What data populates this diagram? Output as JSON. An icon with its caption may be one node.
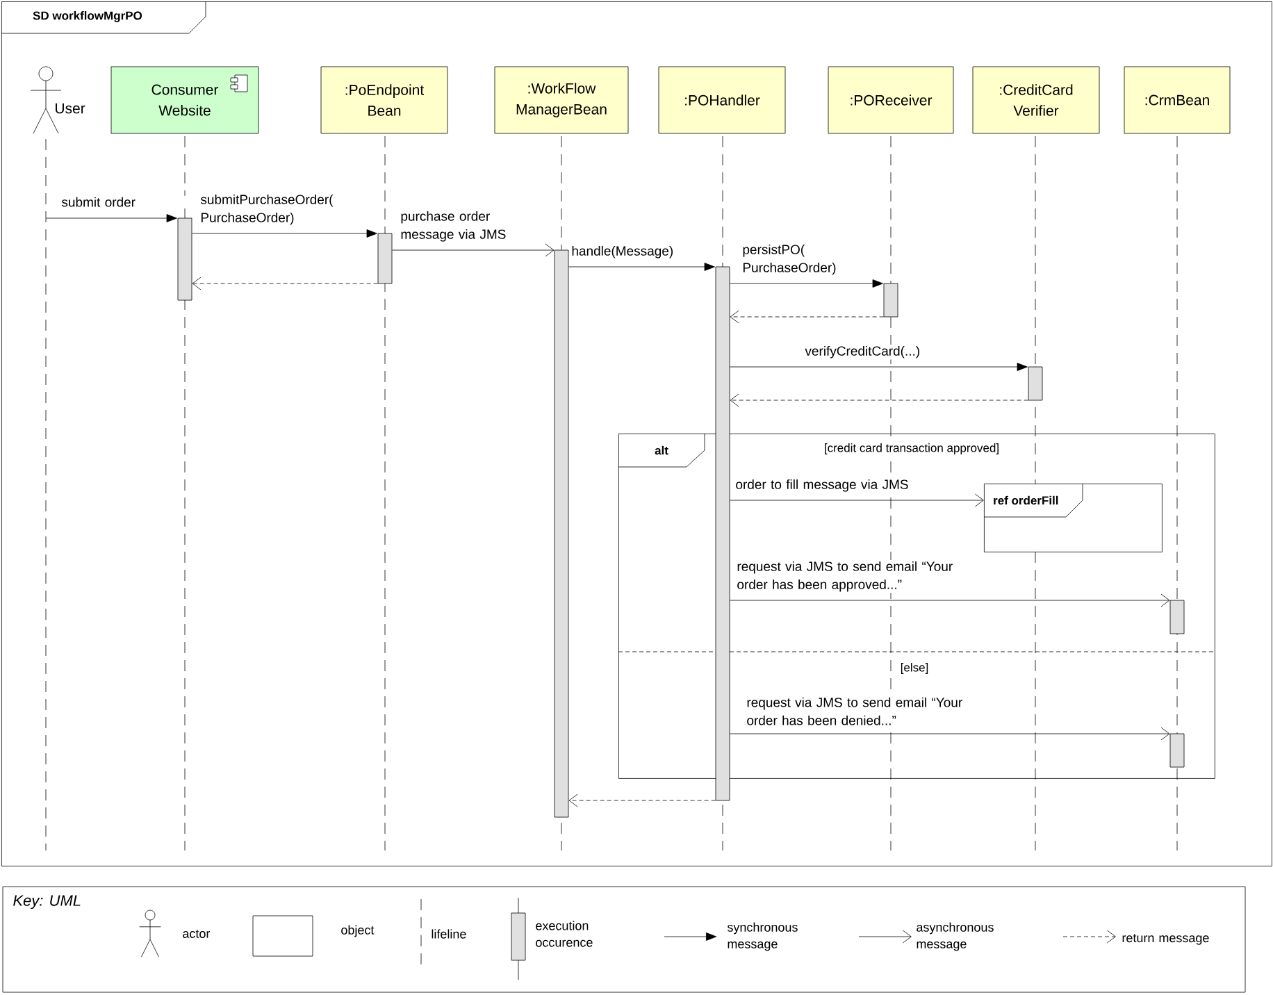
{
  "diagram": {
    "nodes": [
      {
        "text": [
          "SD workflowMgrPO"
        ]
      },
      {
        "text": [
          "User"
        ],
        "in": 0
      },
      {
        "text": [
          "Consumer Website"
        ],
        "in": 0
      },
      {
        "text": [
          ":PoEndpoint Bean"
        ],
        "in": 0
      },
      {
        "text": [
          ":WorkFlow ManagerBean"
        ],
        "in": 0
      },
      {
        "text": [
          ":POHandler"
        ],
        "in": 0
      },
      {
        "text": [
          ":POReceiver"
        ],
        "in": 0
      },
      {
        "text": [
          ":CreditCard Verifier"
        ],
        "in": 0
      },
      {
        "text": [
          ":CrmBean"
        ],
        "in": 0
      },
      {
        "text": [],
        "shape": "bar",
        "in": 0
      },
      {
        "text": [],
        "shape": "bar",
        "in": 0
      },
      {
        "text": [],
        "shape": "bar",
        "in": 0
      },
      {
        "text": [],
        "shape": "bar",
        "in": 0
      },
      {
        "text": [],
        "shape": "bar",
        "in": 0
      },
      {
        "text": [],
        "shape": "bar",
        "in": 0
      },
      {
        "text": [
          "alt",
          "[credit card transaction approved]",
          "[else]"
        ],
        "in": 0
      },
      {
        "text": [
          "ref orderFill"
        ],
        "in": 15
      },
      {
        "text": [],
        "shape": "bar",
        "in": 15
      },
      {
        "text": [],
        "shape": "bar",
        "in": 15
      }
    ],
    "edges": [
      {
        "from": null,
        "to": 9,
        "arrow": "to",
        "label": "submit order"
      },
      {
        "from": 9,
        "to": 10,
        "arrow": "to",
        "label": "submitPurchaseOrder( PurchaseOrder)"
      },
      {
        "from": 10,
        "to": 9,
        "arrow": "to",
        "style": "dashed"
      },
      {
        "from": 10,
        "to": 11,
        "arrow": "to",
        "label": "purchase order message via JMS"
      },
      {
        "from": 11,
        "to": 12,
        "arrow": "to",
        "label": "handle(Message)"
      },
      {
        "from": 12,
        "to": 13,
        "arrow": "to",
        "label": "persistPO( PurchaseOrder)"
      },
      {
        "from": 13,
        "to": 12,
        "arrow": "to",
        "style": "dashed"
      },
      {
        "from": 12,
        "to": 14,
        "arrow": "to",
        "label": "verifyCreditCard(...)"
      },
      {
        "from": 14,
        "to": 12,
        "arrow": "to",
        "style": "dashed"
      },
      {
        "from": 12,
        "to": 16,
        "arrow": "to",
        "label": "order to fill message via JMS"
      },
      {
        "from": 12,
        "to": 17,
        "arrow": "to",
        "label": "request via JMS to send email “Your order has been approved...”"
      },
      {
        "from": 12,
        "to": 18,
        "arrow": "to",
        "label": "request via JMS to send email “Your order has been denied...”"
      },
      {
        "from": 12,
        "to": 11,
        "arrow": "to",
        "style": "dashed"
      }
    ],
    "labels": [
      "Key: UML"
    ],
    "legend": [
      {
        "text": "actor"
      },
      {
        "text": "object"
      },
      {
        "text": "lifeline"
      },
      {
        "text": "execution occurence"
      },
      {
        "text": "synchronous message"
      },
      {
        "text": "asynchronous message"
      },
      {
        "text": "return message"
      }
    ]
  }
}
